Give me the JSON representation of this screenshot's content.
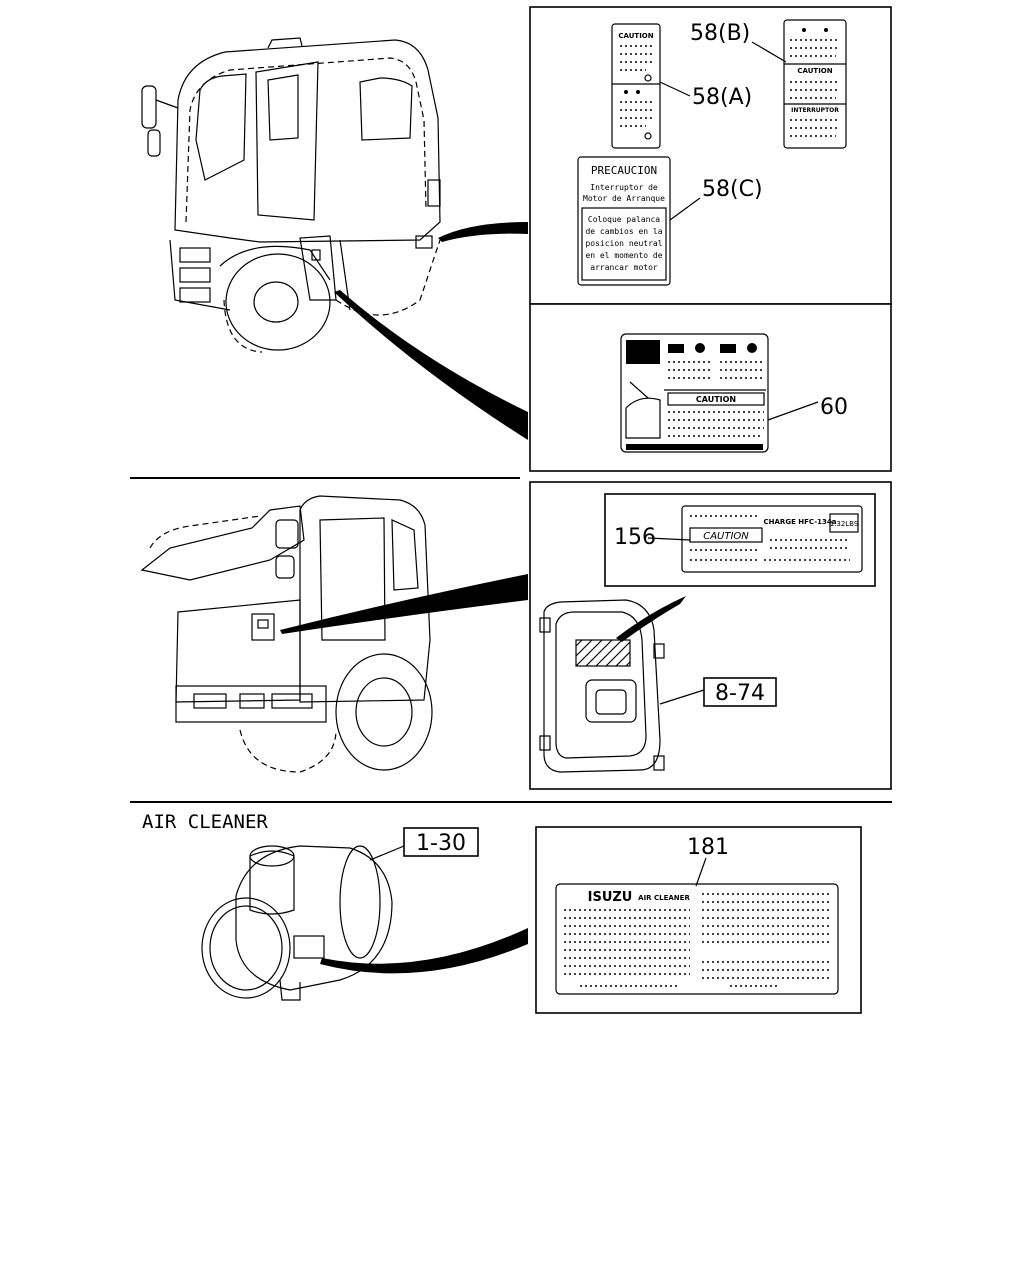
{
  "callouts": {
    "c58a": "58(A)",
    "c58b": "58(B)",
    "c58c": "58(C)",
    "c60": "60",
    "c156": "156",
    "c874": "8-74",
    "c181": "181",
    "c130": "1-30"
  },
  "section_title": "AIR CLEANER",
  "labels": {
    "l58a_caution": "CAUTION",
    "l58b_caution": "CAUTION",
    "l58b_interruptor": "INTERRUPTOR",
    "l58c_title": "PRECAUCION",
    "l58c_line1": "Interruptor de",
    "l58c_line2": "Motor de Arranque",
    "l58c_body1": "Coloque palanca",
    "l58c_body2": "de cambios en la",
    "l58c_body3": "posicion neutral",
    "l58c_body4": "en el momento de",
    "l58c_body5": "arrancar motor",
    "l60_caution": "CAUTION",
    "l156_caution": "CAUTION",
    "l156_charge": "CHARGE HFC-134a",
    "l156_amount": "1.32LBS",
    "l181_brand": "ISUZU",
    "l181_product": "AIR CLEANER"
  }
}
